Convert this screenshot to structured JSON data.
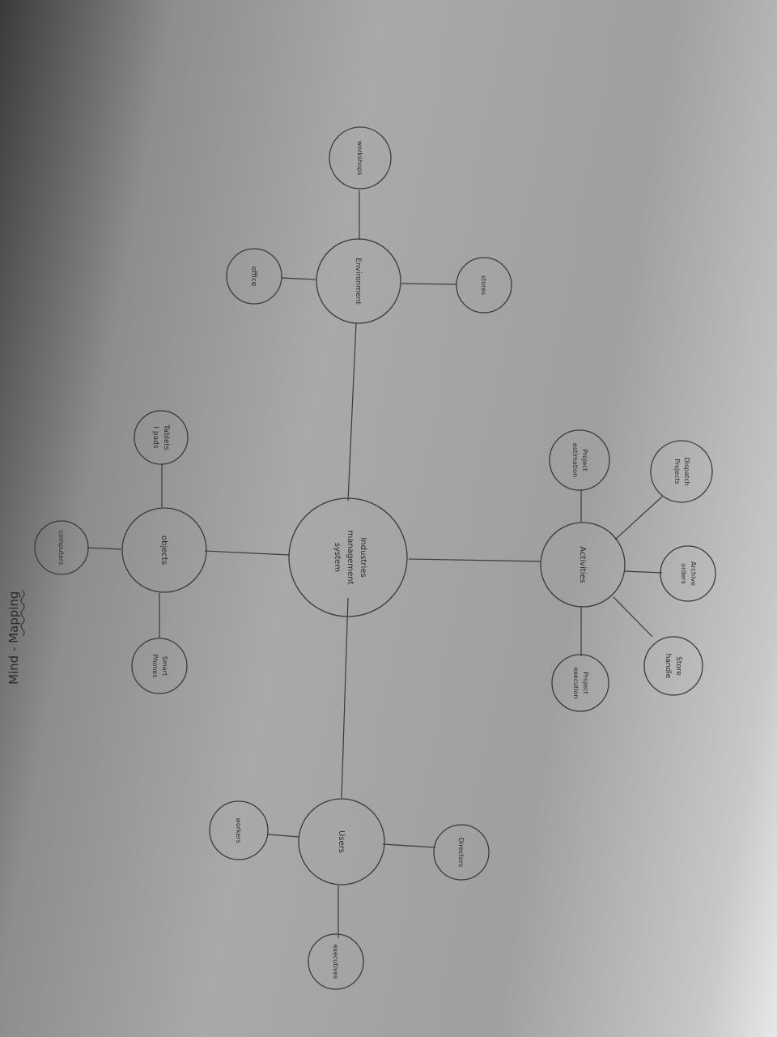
{
  "title": "Mind - Mapping",
  "nodes": {
    "center": {
      "line1": "Industries",
      "line2": "management",
      "line3": "system"
    },
    "objects": "objects",
    "computers": "computers",
    "tablets_ipads": {
      "line1": "Tablets",
      "line2": "I pads"
    },
    "smart_phones": {
      "line1": "Smart",
      "line2": "Phones"
    },
    "environment": "Environment",
    "office": "office",
    "workshops": "workshops",
    "stores": "stores",
    "activities": "Activities",
    "project_estimation": {
      "line1": "Project",
      "line2": "estimation"
    },
    "dispatch_projects": {
      "line1": "Dispatch",
      "line2": "Projects"
    },
    "archive_orders": {
      "line1": "Archive",
      "line2": "orders"
    },
    "store_handle": {
      "line1": "Store",
      "line2": "handle"
    },
    "project_execution": {
      "line1": "Project",
      "line2": "execution"
    },
    "users": "Users",
    "workers": "workers",
    "directors": "Directors",
    "executives": "executives"
  }
}
